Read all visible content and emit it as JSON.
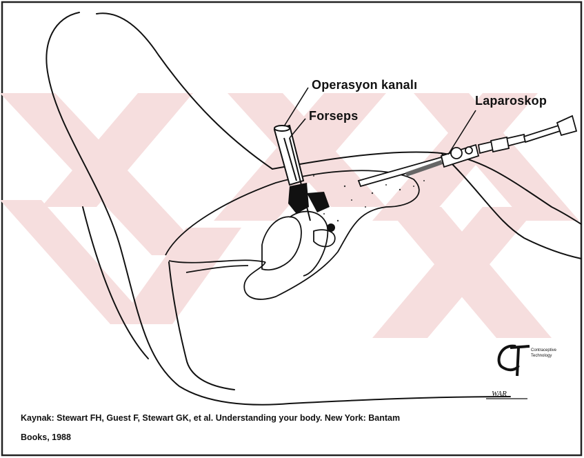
{
  "labels": {
    "operation_channel": "Operasyon kanalı",
    "forceps": "Forseps",
    "laparoscope": "Laparoskop"
  },
  "logo": {
    "line1": "Contraceptive",
    "line2": "Technology"
  },
  "signature": "WAR",
  "caption": {
    "line1": "Kaynak: Stewart FH, Guest F, Stewart GK, et al. Understanding your body. New York: Bantam",
    "line2": "Books, 1988"
  },
  "colors": {
    "ink": "#111111",
    "watermark": "#f6dede",
    "background": "#ffffff"
  }
}
